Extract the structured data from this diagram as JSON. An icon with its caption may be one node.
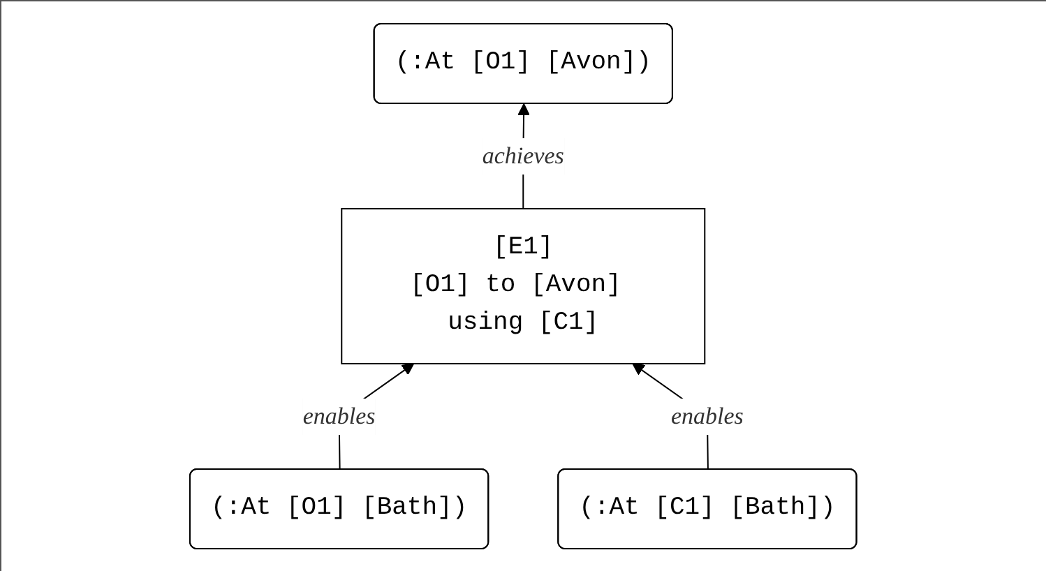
{
  "diagram": {
    "nodes": [
      {
        "text": [
          "(:At [O1] [Avon])"
        ]
      },
      {
        "text": [
          "[E1]",
          "[O1] to [Avon] using [C1]"
        ]
      },
      {
        "text": [
          "(:At [O1] [Bath])"
        ]
      },
      {
        "text": [
          "(:At [C1] [Bath])"
        ]
      }
    ],
    "edges": [
      {
        "from": 1,
        "to": 0,
        "arrow": "to",
        "label": "achieves"
      },
      {
        "from": 2,
        "to": 1,
        "arrow": "to",
        "label": "enables"
      },
      {
        "from": 3,
        "to": 1,
        "arrow": "to",
        "label": "enables"
      }
    ]
  }
}
